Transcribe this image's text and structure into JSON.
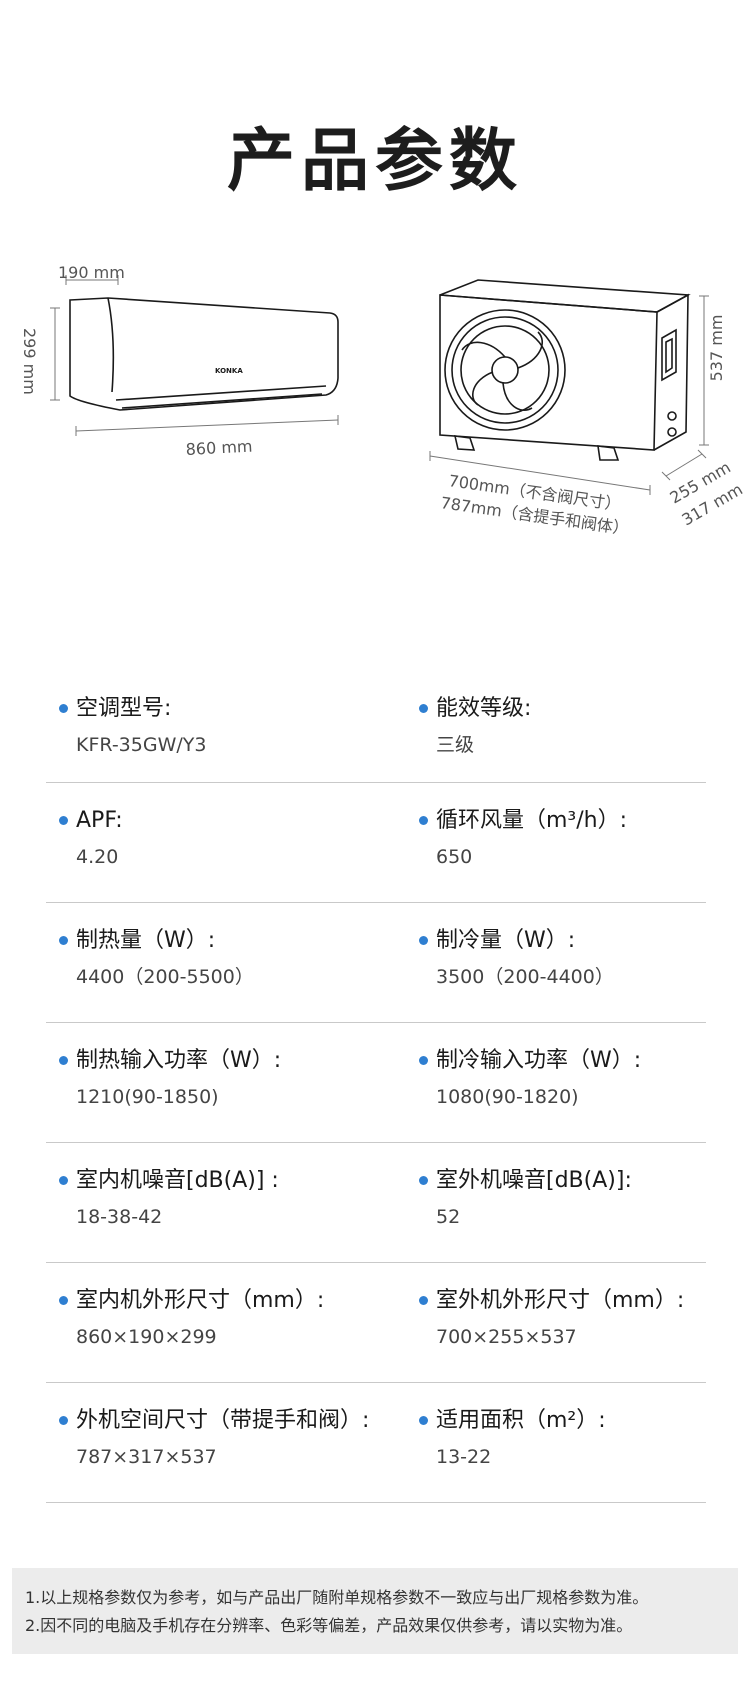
{
  "page_title": "产品参数",
  "diagram": {
    "indoor": {
      "brand": "KONKA",
      "depth": "190 mm",
      "height": "299 mm",
      "width": "860 mm"
    },
    "outdoor": {
      "height": "537 mm",
      "width_line1": "700mm（不含阀尺寸）",
      "width_line2": "787mm（含提手和阀体）",
      "depth1": "255 mm",
      "depth2": "317 mm"
    }
  },
  "specs": [
    [
      {
        "label": "空调型号:",
        "value": "KFR-35GW/Y3"
      },
      {
        "label": "能效等级:",
        "value": "三级"
      }
    ],
    [
      {
        "label": "APF:",
        "value": "4.20"
      },
      {
        "label": "循环风量（m³/h）:",
        "value": "650"
      }
    ],
    [
      {
        "label": "制热量（W）:",
        "value": "4400（200-5500）"
      },
      {
        "label": "制冷量（W）:",
        "value": "3500（200-4400）"
      }
    ],
    [
      {
        "label": "制热输入功率（W）:",
        "value": "1210(90-1850)"
      },
      {
        "label": "制冷输入功率（W）:",
        "value": "1080(90-1820)"
      }
    ],
    [
      {
        "label": "室内机噪音[dB(A)] :",
        "value": "18-38-42"
      },
      {
        "label": "室外机噪音[dB(A)]:",
        "value": "52"
      }
    ],
    [
      {
        "label": "室内机外形尺寸（mm）:",
        "value": "860×190×299"
      },
      {
        "label": "室外机外形尺寸（mm）:",
        "value": "700×255×537"
      }
    ],
    [
      {
        "label": "外机空间尺寸（带提手和阀）:",
        "value": "787×317×537"
      },
      {
        "label": "适用面积（m²）:",
        "value": "13-22"
      }
    ]
  ],
  "notes": [
    "1.以上规格参数仅为参考，如与产品出厂随附单规格参数不一致应与出厂规格参数为准。",
    "2.因不同的电脑及手机存在分辨率、色彩等偏差，产品效果仅供参考，请以实物为准。"
  ],
  "colors": {
    "bullet": "#2f7fd1",
    "divider": "#c9c9c9",
    "notes_bg": "#ececec"
  }
}
